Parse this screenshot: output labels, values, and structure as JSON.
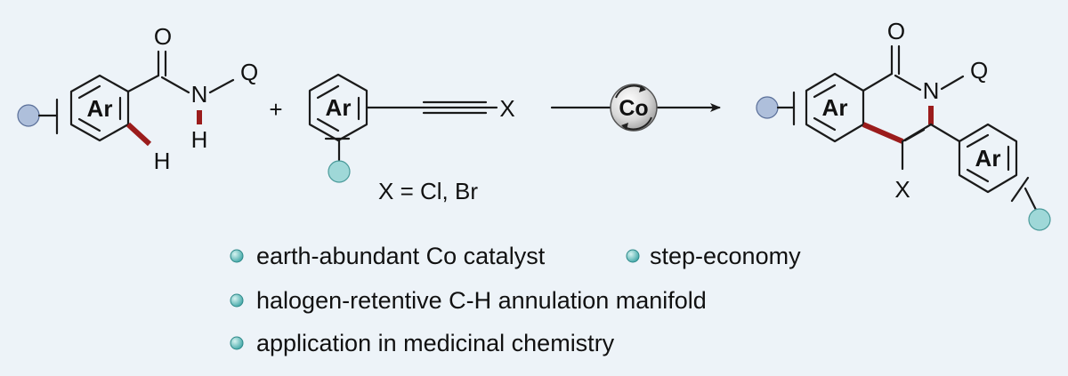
{
  "reaction": {
    "reactant1": {
      "ring_label": "Ar",
      "oxygen": "O",
      "nitrogen": "N",
      "nitrogen_substituent": "Q",
      "nh_hydrogen": "H",
      "ch_hydrogen": "H"
    },
    "plus_sign": "+",
    "reactant2": {
      "ring_label": "Ar",
      "halogen": "X",
      "condition": "X = Cl, Br"
    },
    "catalyst": "Co",
    "product": {
      "ring_label": "Ar",
      "oxygen": "O",
      "nitrogen": "N",
      "nitrogen_substituent": "Q",
      "halogen": "X",
      "aryl_label": "Ar"
    }
  },
  "colors": {
    "background": "#edf3f8",
    "substituent_blue": "#aebfdb",
    "substituent_teal": "#9fd8d8",
    "bond_highlight": "#9b1c1c",
    "bullet": "#3fa6a6"
  },
  "highlights": [
    "earth-abundant Co catalyst",
    "step-economy",
    "halogen-retentive C-H annulation manifold",
    "application in medicinal chemistry"
  ]
}
